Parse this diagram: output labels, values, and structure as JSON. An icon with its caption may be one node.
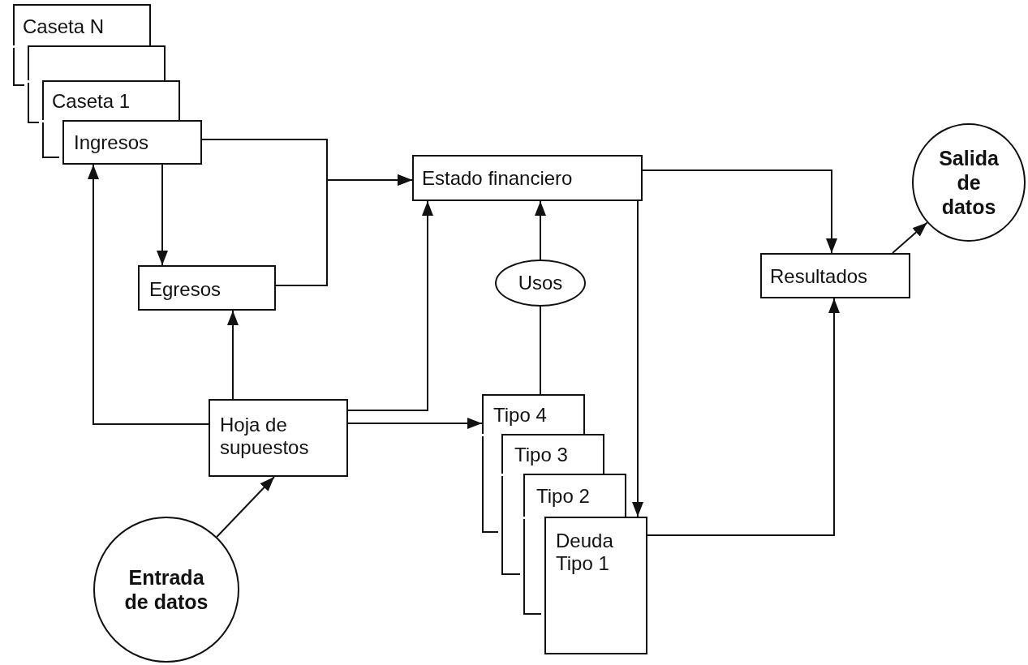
{
  "diagram": {
    "nodes": [
      {
        "text": [
          "Caseta N"
        ]
      },
      {
        "text": [],
        "shape": "box"
      },
      {
        "text": [
          "Caseta 1"
        ]
      },
      {
        "text": [
          "Ingresos"
        ]
      },
      {
        "text": [
          "Egresos"
        ]
      },
      {
        "text": [
          "Estado financiero"
        ]
      },
      {
        "text": [
          "Usos"
        ]
      },
      {
        "text": [
          "Resultados"
        ]
      },
      {
        "text": [
          "Salida de datos"
        ]
      },
      {
        "text": [
          "Hoja de supuestos"
        ]
      },
      {
        "text": [
          "Tipo 4"
        ]
      },
      {
        "text": [
          "Tipo 3"
        ]
      },
      {
        "text": [
          "Tipo 2"
        ]
      },
      {
        "text": [
          "Deuda Tipo 1"
        ]
      },
      {
        "text": [
          "Entrada de datos"
        ]
      }
    ],
    "edges": [
      {
        "from": 3,
        "to": 4,
        "arrow": "to"
      },
      {
        "from": 3,
        "to": 5,
        "arrow": "to"
      },
      {
        "from": 4,
        "to": 5,
        "arrow": "to"
      },
      {
        "from": 9,
        "to": 3,
        "arrow": "to"
      },
      {
        "from": 9,
        "to": 4,
        "arrow": "to"
      },
      {
        "from": 9,
        "to": 5,
        "arrow": "to"
      },
      {
        "from": 9,
        "to": 10,
        "arrow": "to"
      },
      {
        "from": 14,
        "to": 9,
        "arrow": "to"
      },
      {
        "from": 10,
        "to": 6,
        "arrow": "none"
      },
      {
        "from": 6,
        "to": 5,
        "arrow": "to"
      },
      {
        "from": 5,
        "to": 13,
        "arrow": "to"
      },
      {
        "from": 5,
        "to": 7,
        "arrow": "to"
      },
      {
        "from": 13,
        "to": 7,
        "arrow": "to"
      },
      {
        "from": 7,
        "to": 8,
        "arrow": "to"
      }
    ]
  }
}
